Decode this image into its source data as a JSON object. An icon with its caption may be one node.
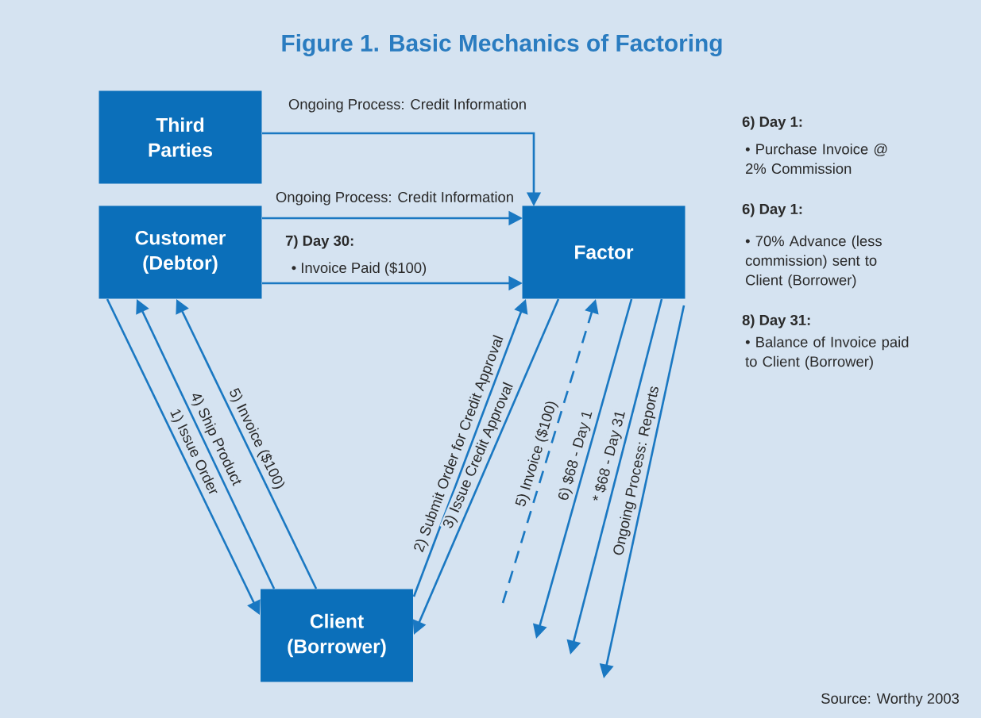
{
  "diagram": {
    "title": "Figure 1. Basic Mechanics of Factoring",
    "nodes": [
      {
        "text": [
          "Third Parties"
        ]
      },
      {
        "text": [
          "Customer (Debtor)"
        ]
      },
      {
        "text": [
          "Factor"
        ]
      },
      {
        "text": [
          "Client (Borrower)"
        ]
      }
    ],
    "edges": [
      {
        "from": 0,
        "to": 2,
        "arrow": "to",
        "label": "Ongoing Process: Credit Information"
      },
      {
        "from": 1,
        "to": 2,
        "arrow": "to",
        "label": "Ongoing Process: Credit Information"
      },
      {
        "from": 1,
        "to": 2,
        "arrow": "to",
        "label": "• Invoice Paid ($100)"
      },
      {
        "from": 1,
        "to": 3,
        "arrow": "to",
        "label": "1) Issue Order"
      },
      {
        "from": 3,
        "to": 1,
        "arrow": "to",
        "label": "4) Ship Product"
      },
      {
        "from": 3,
        "to": 1,
        "arrow": "to",
        "label": "5) Invoice ($100)"
      },
      {
        "from": 3,
        "to": 2,
        "arrow": "to",
        "label": "2) Submit Order for Credit Approval"
      },
      {
        "from": 2,
        "to": 3,
        "arrow": "to",
        "label": "3) Issue Credit Approval"
      },
      {
        "from": null,
        "to": 2,
        "arrow": "to",
        "label": "5) Invoice ($100)",
        "style": "dashed"
      },
      {
        "from": 2,
        "to": null,
        "arrow": "to",
        "label": "6) $68 - Day 1"
      },
      {
        "from": 2,
        "to": null,
        "arrow": "to",
        "label": "* $68 - Day 31"
      },
      {
        "from": 2,
        "to": null,
        "arrow": "to",
        "label": "Ongoing Process: Reports"
      }
    ],
    "labels": [
      "7) Day 30:",
      "6) Day 1:",
      "• Purchase Invoice @ 2% Commission",
      "6) Day 1:",
      "• 70% Advance (less commission) sent to Client (Borrower)",
      "8) Day 31:",
      "• Balance of Invoice paid to Client (Borrower)",
      "Source: Worthy 2003"
    ]
  }
}
